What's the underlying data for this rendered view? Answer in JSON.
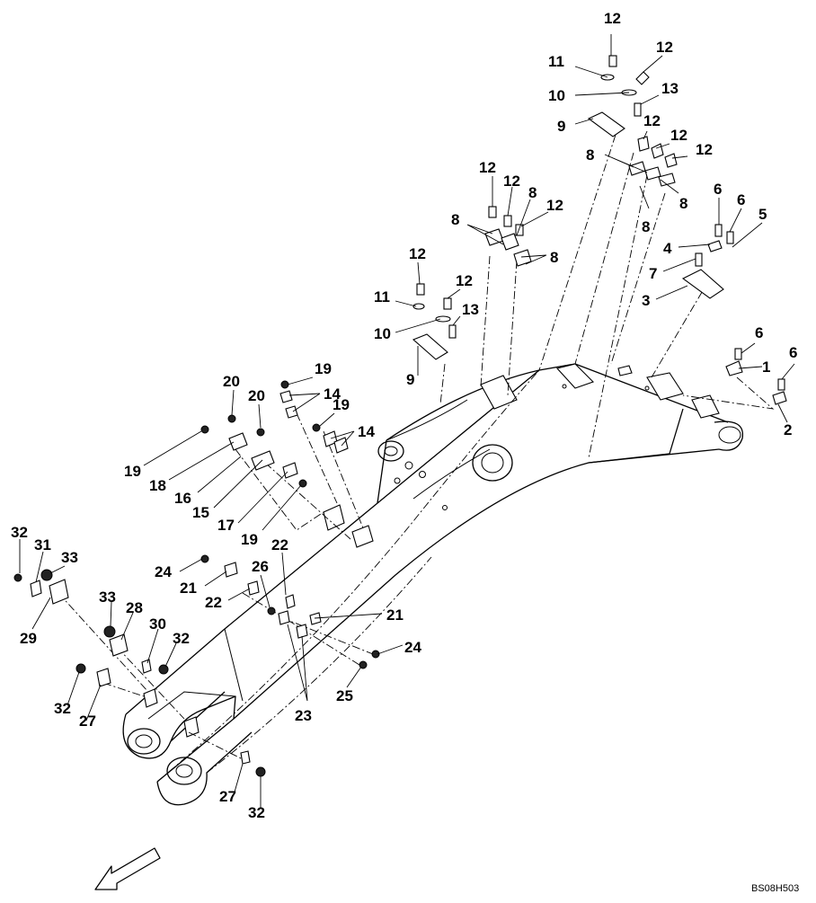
{
  "drawing_code": "BS08H503",
  "callouts": [
    {
      "label": "12"
    },
    {
      "label": "12"
    },
    {
      "label": "11"
    },
    {
      "label": "10"
    },
    {
      "label": "13"
    },
    {
      "label": "9"
    },
    {
      "label": "12"
    },
    {
      "label": "12"
    },
    {
      "label": "12"
    },
    {
      "label": "8"
    },
    {
      "label": "8"
    },
    {
      "label": "8"
    },
    {
      "label": "12"
    },
    {
      "label": "12"
    },
    {
      "label": "8"
    },
    {
      "label": "12"
    },
    {
      "label": "8"
    },
    {
      "label": "8"
    },
    {
      "label": "6"
    },
    {
      "label": "6"
    },
    {
      "label": "5"
    },
    {
      "label": "4"
    },
    {
      "label": "7"
    },
    {
      "label": "3"
    },
    {
      "label": "12"
    },
    {
      "label": "12"
    },
    {
      "label": "11"
    },
    {
      "label": "13"
    },
    {
      "label": "10"
    },
    {
      "label": "9"
    },
    {
      "label": "6"
    },
    {
      "label": "6"
    },
    {
      "label": "1"
    },
    {
      "label": "2"
    },
    {
      "label": "19"
    },
    {
      "label": "14"
    },
    {
      "label": "20"
    },
    {
      "label": "20"
    },
    {
      "label": "19"
    },
    {
      "label": "14"
    },
    {
      "label": "19"
    },
    {
      "label": "18"
    },
    {
      "label": "16"
    },
    {
      "label": "15"
    },
    {
      "label": "17"
    },
    {
      "label": "19"
    },
    {
      "label": "22"
    },
    {
      "label": "24"
    },
    {
      "label": "26"
    },
    {
      "label": "21"
    },
    {
      "label": "22"
    },
    {
      "label": "21"
    },
    {
      "label": "24"
    },
    {
      "label": "25"
    },
    {
      "label": "23"
    },
    {
      "label": "32"
    },
    {
      "label": "31"
    },
    {
      "label": "33"
    },
    {
      "label": "29"
    },
    {
      "label": "33"
    },
    {
      "label": "28"
    },
    {
      "label": "30"
    },
    {
      "label": "32"
    },
    {
      "label": "32"
    },
    {
      "label": "27"
    },
    {
      "label": "27"
    },
    {
      "label": "32"
    }
  ],
  "icons": {
    "direction_arrow": "front-direction-arrow-icon"
  }
}
